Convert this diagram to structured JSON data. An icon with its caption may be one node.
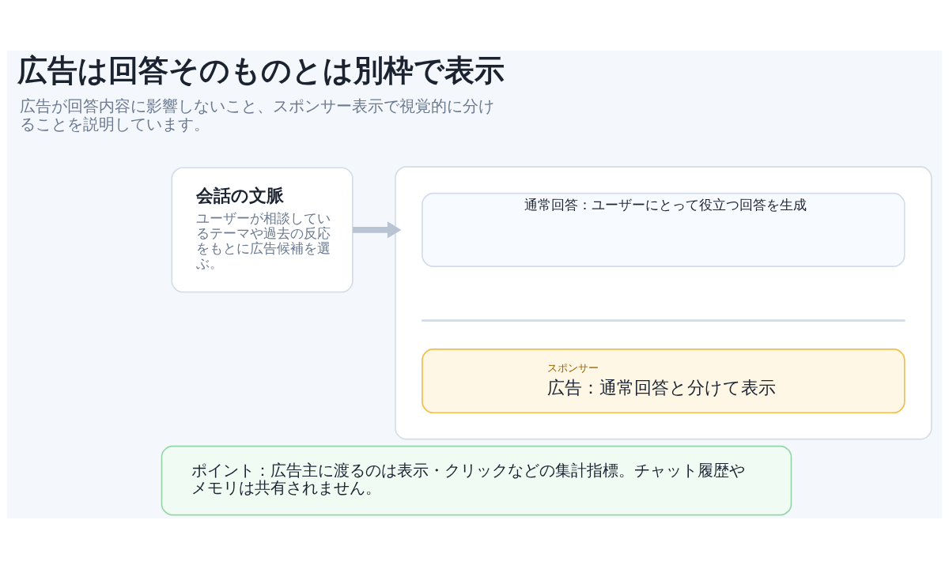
{
  "diagram": {
    "title": "広告は回答そのものとは別枠で表示",
    "nodes": [
      {
        "text": [
          "会話の文脈",
          "ユーザーが相談しているテーマや過去の反応をもとに広告候補を選ぶ。"
        ]
      },
      {
        "text": [],
        "shape": "box"
      },
      {
        "text": [
          "通常回答：ユーザーにとって役立つ回答を生成"
        ],
        "in": 1
      },
      {
        "text": [
          "スポンサー",
          "広告：通常回答と分けて表示"
        ],
        "in": 1
      },
      {
        "text": [
          "ポイント：広告主に渡るのは表示・クリックなどの集計指標。チャット履歴やメモリは共有されません。"
        ]
      }
    ],
    "edges": [
      {
        "from": 0,
        "to": 1,
        "arrow": "to",
        "color": "#b8c4d4"
      }
    ],
    "labels": [
      "広告が回答内容に影響しないこと、スポンサー表示で視覚的に分けることを説明しています。"
    ]
  }
}
